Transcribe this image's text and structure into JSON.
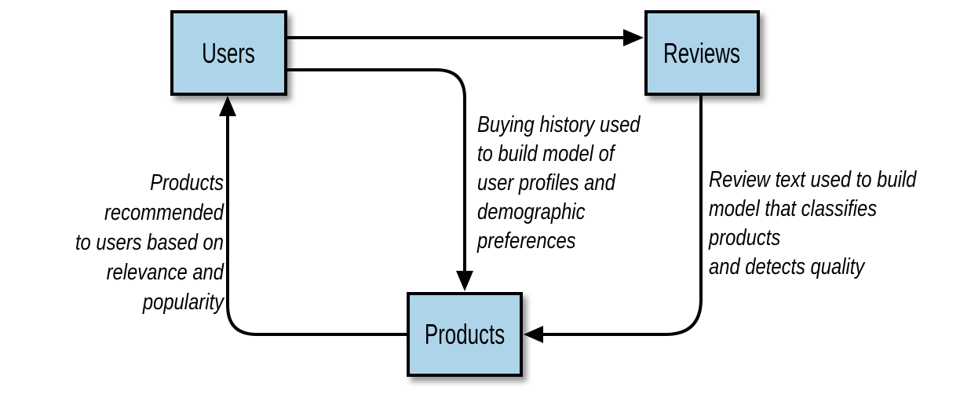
{
  "diagram": {
    "background_color": "#ffffff",
    "line_color": "#000000",
    "box_fill_color": "#aed4ea",
    "box_border_color": "#000000",
    "nodes": {
      "users": {
        "label": "Users"
      },
      "reviews": {
        "label": "Reviews"
      },
      "products": {
        "label": "Products"
      }
    },
    "annotations": {
      "recommend": "Products recommended\nto users based on\nrelevance and popularity",
      "buying": "Buying history used\nto build model of\nuser profiles and\ndemographic\npreferences",
      "review": "Review text used to build\nmodel that classifies products\nand detects quality"
    },
    "edges": [
      {
        "from": "Users",
        "to": "Reviews",
        "annotation": ""
      },
      {
        "from": "Users",
        "to": "Products",
        "annotation": "Buying history used to build model of user profiles and demographic preferences"
      },
      {
        "from": "Reviews",
        "to": "Products",
        "annotation": "Review text used to build model that classifies products and detects quality"
      },
      {
        "from": "Products",
        "to": "Users",
        "annotation": "Products recommended to users based on relevance and popularity"
      }
    ]
  }
}
